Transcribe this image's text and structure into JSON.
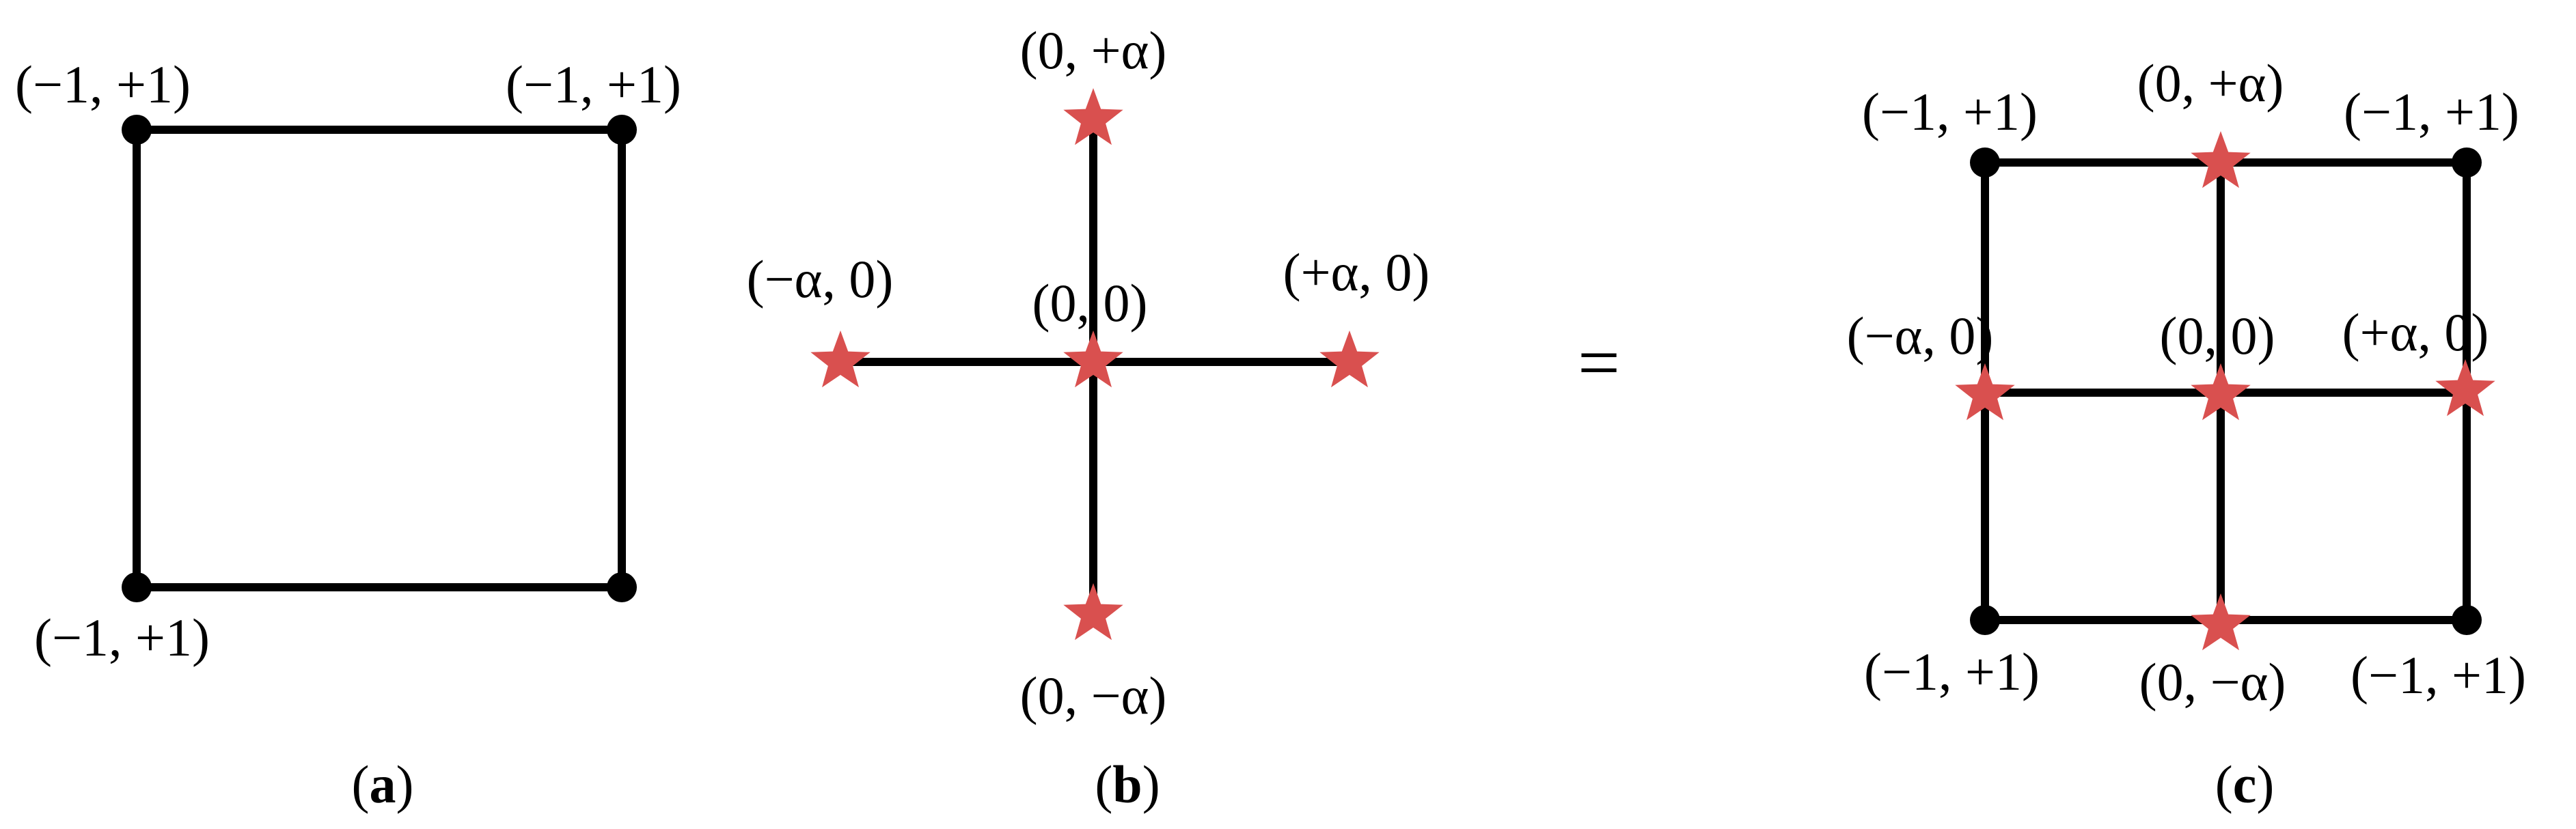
{
  "colors": {
    "line": "#000000",
    "factorial_point": "#000000",
    "star_point": "#d9504f"
  },
  "icons": {
    "factorial_point": "filled-circle",
    "axial_point": "five-point-star"
  },
  "panel_a": {
    "caption_letter": "a",
    "labels": {
      "top_left": "(−1, +1)",
      "top_right": "(−1, +1)",
      "bottom_left": "(−1, +1)"
    }
  },
  "panel_b": {
    "caption_letter": "b",
    "labels": {
      "top": "(0, +α)",
      "left": "(−α, 0)",
      "center": "(0, 0)",
      "right": "(+α, 0)",
      "bottom": "(0, −α)"
    }
  },
  "equals_sign": "=",
  "panel_c": {
    "caption_letter": "c",
    "labels": {
      "top_left": "(−1, +1)",
      "top_mid": "(0, +α)",
      "top_right": "(−1, +1)",
      "mid_left": "(−α, 0)",
      "center": "(0, 0)",
      "mid_right": "(+α, 0)",
      "bottom_left": "(−1, +1)",
      "bottom_mid": "(0, −α)",
      "bottom_right": "(−1, +1)"
    }
  },
  "caption": {
    "open": "(",
    "close": ")"
  }
}
